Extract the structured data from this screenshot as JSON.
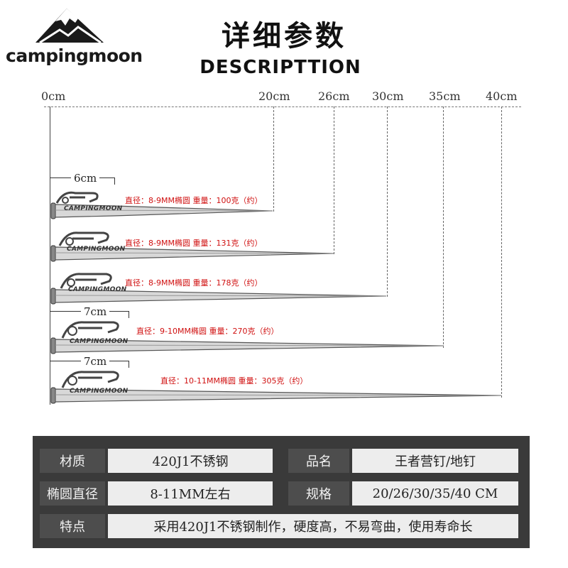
{
  "brand": {
    "name": "campingmoon",
    "logo_icon": "mountain-icon"
  },
  "header": {
    "title_cn": "详细参数",
    "title_en": "DESCRIPTTION"
  },
  "ruler": {
    "labels": [
      "0cm",
      "20cm",
      "26cm",
      "30cm",
      "35cm",
      "40cm"
    ]
  },
  "pegs": [
    {
      "length_cm": 20,
      "brand": "CAMPINGMOON",
      "spec": "直径：8-9MM椭圆  重量：100克（约）",
      "head_dim": "6cm"
    },
    {
      "length_cm": 26,
      "brand": "CAMPINGMOON",
      "spec": "直径：8-9MM椭圆  重量：131克（约）"
    },
    {
      "length_cm": 30,
      "brand": "CAMPINGMOON",
      "spec": "直径：8-9MM椭圆  重量：178克（约）"
    },
    {
      "length_cm": 35,
      "brand": "CAMPINGMOON",
      "spec": "直径：9-10MM椭圆  重量：270克（约）",
      "head_dim": "7cm"
    },
    {
      "length_cm": 40,
      "brand": "CAMPINGMOON",
      "spec": "直径：10-11MM椭圆  重量：305克（约）",
      "head_dim": "7cm"
    }
  ],
  "specs_table": {
    "material_label": "材质",
    "material_value": "420J1不锈钢",
    "name_label": "品名",
    "name_value": "王者营钉/地钉",
    "diameter_label": "椭圆直径",
    "diameter_value": "8-11MM左右",
    "size_label": "规格",
    "size_value": "20/26/30/35/40 CM",
    "feature_label": "特点",
    "feature_value": "采用420J1不锈钢制作，硬度高，不易弯曲，使用寿命长"
  }
}
